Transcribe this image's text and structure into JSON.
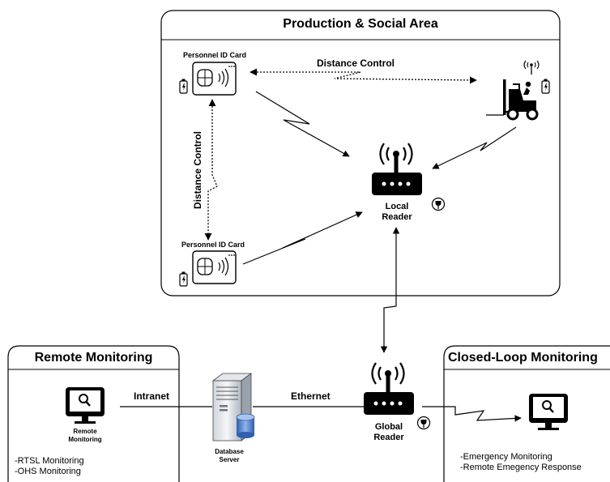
{
  "areas": {
    "production": {
      "title": "Production & Social Area"
    },
    "remote": {
      "title": "Remote Monitoring",
      "items": [
        "-RTSL Monitoring",
        "-OHS Monitoring"
      ]
    },
    "closed_loop": {
      "title": "Closed-Loop Monitoring",
      "items": [
        "-Emergency Monitoring",
        "-Remote Emegency Response"
      ]
    }
  },
  "labels": {
    "id_card_top": "Personnel ID Card",
    "id_card_bottom": "Personnel ID Card",
    "distance_h": "Distance  Control",
    "distance_v": "Distance  Control",
    "local_reader": [
      "Local",
      "Reader"
    ],
    "global_reader": [
      "Global",
      "Reader"
    ],
    "database_server": [
      "Database",
      "Server"
    ],
    "remote_monitoring": [
      "Remote",
      "Monitoring"
    ],
    "intranet": "Intranet",
    "ethernet": "Ethernet"
  }
}
